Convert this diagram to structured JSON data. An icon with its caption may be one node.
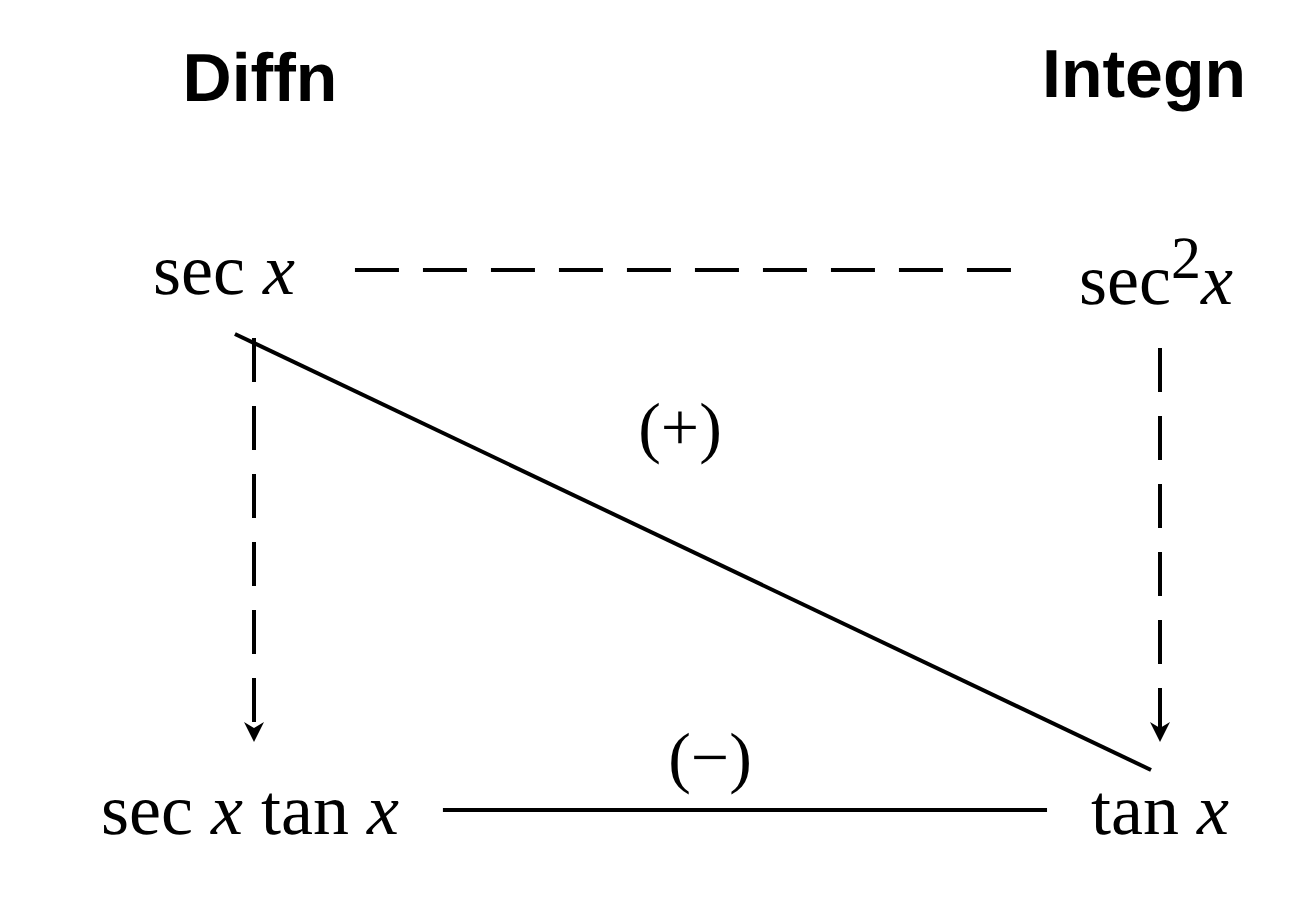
{
  "diagram": {
    "nodes": [
      {
        "text": [
          "sec *x*"
        ]
      },
      {
        "text": [
          "sec$^{2}$*x*"
        ]
      },
      {
        "text": [
          "sec *x* tan *x*"
        ]
      },
      {
        "text": [
          "tan *x*"
        ]
      }
    ],
    "edges": [
      {
        "from": 0,
        "to": 1,
        "arrow": "none",
        "style": "dashed"
      },
      {
        "from": 0,
        "to": 2,
        "arrow": "to",
        "style": "dashed"
      },
      {
        "from": 1,
        "to": 3,
        "arrow": "to",
        "style": "dashed"
      },
      {
        "from": 0,
        "to": 3,
        "arrow": "none",
        "label": "(+)"
      },
      {
        "from": 2,
        "to": 3,
        "arrow": "none",
        "label": "(−)"
      }
    ],
    "labels": [
      "Diffn",
      "Integn"
    ]
  }
}
